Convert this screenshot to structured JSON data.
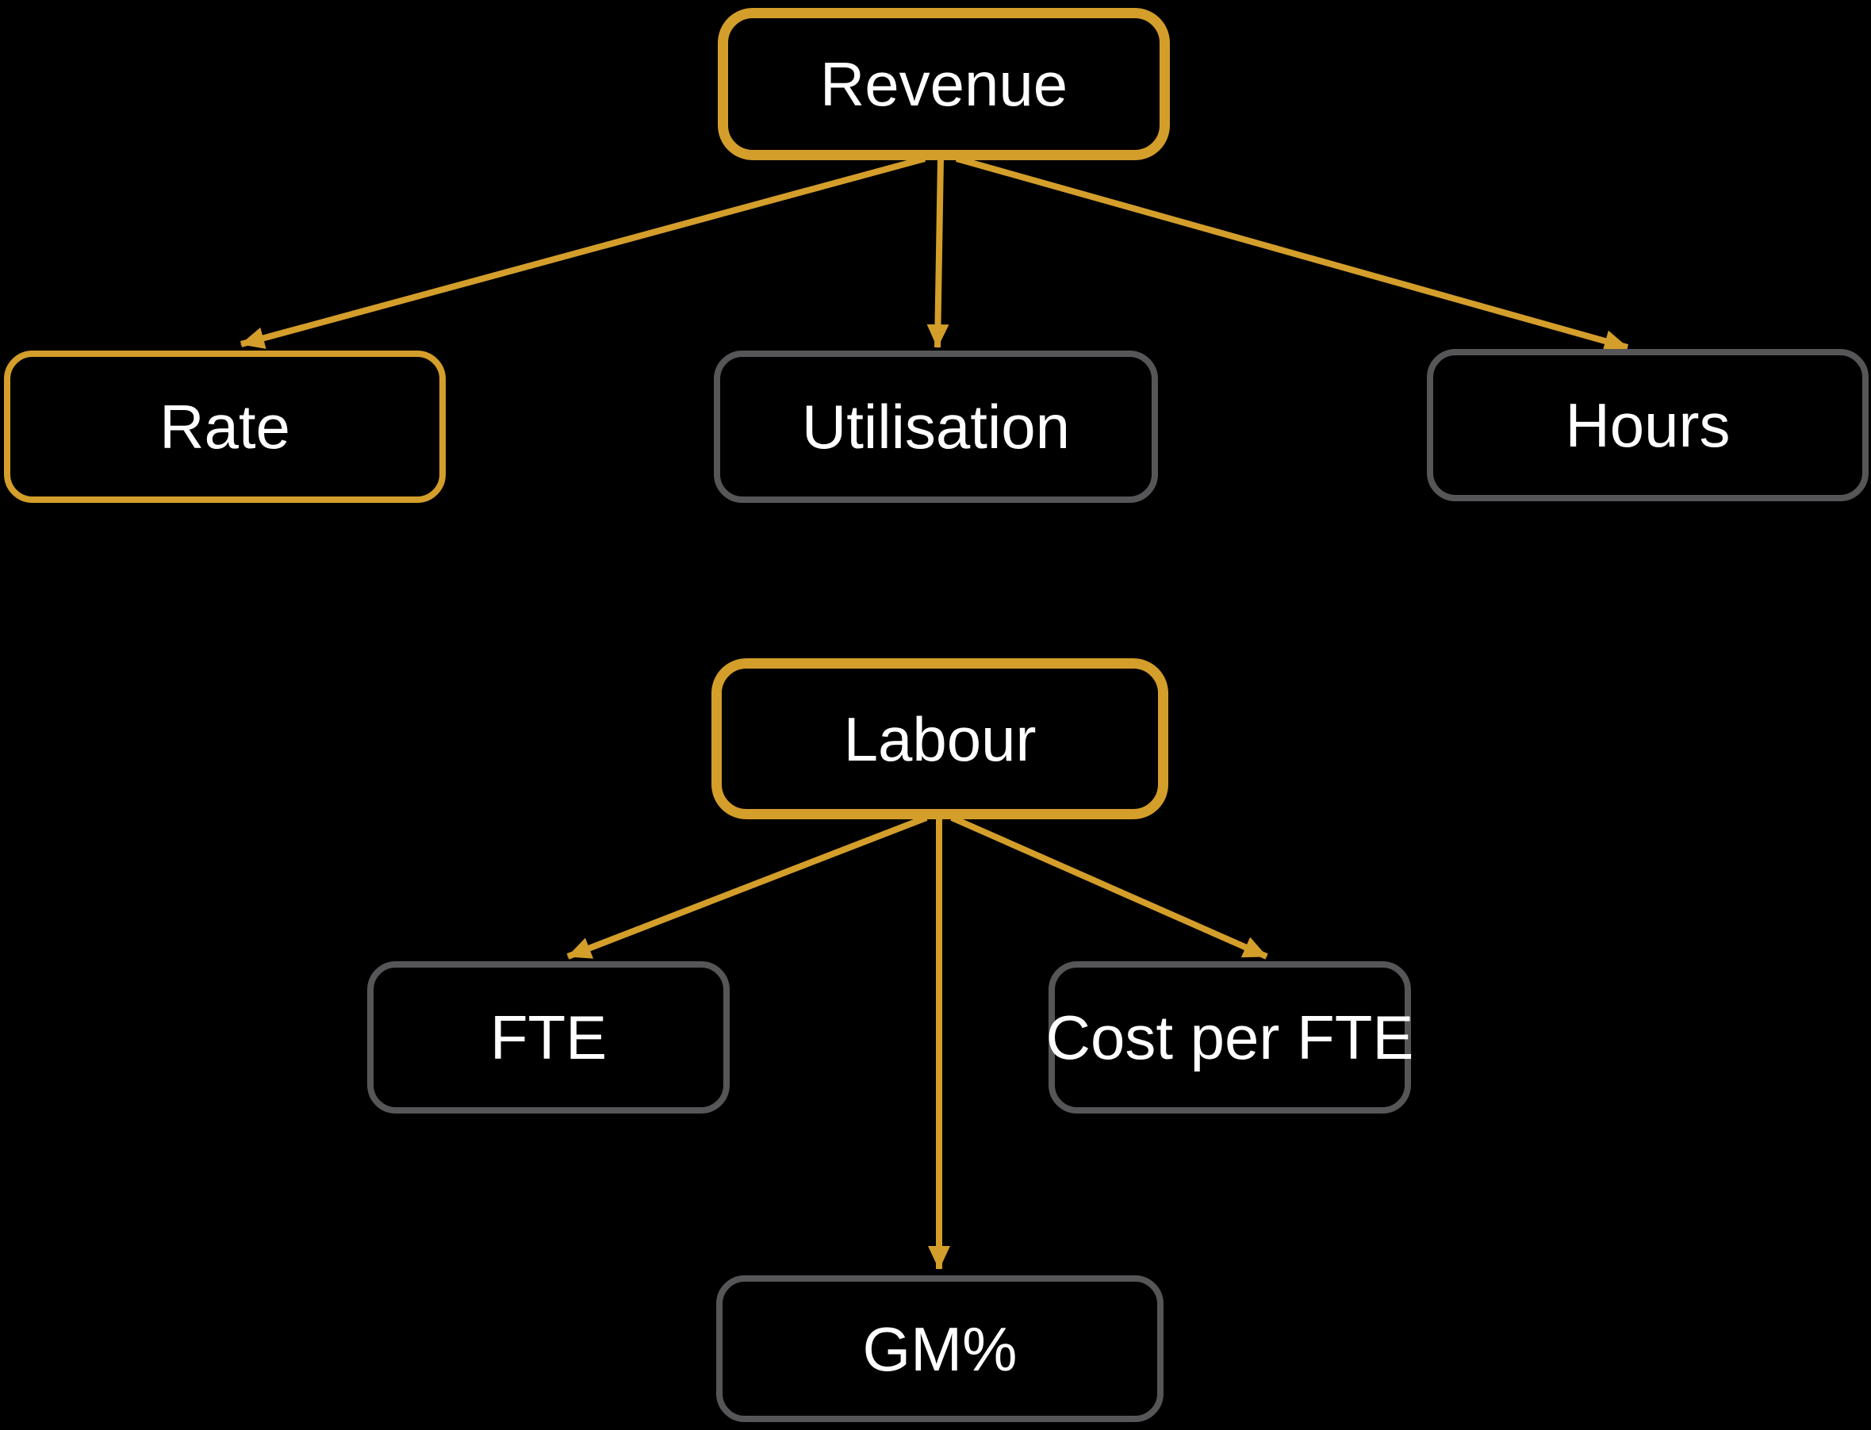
{
  "diagram": {
    "colors": {
      "background": "#000000",
      "accent_orange": "#D49E2B",
      "muted_border_gray": "#565658",
      "text": "#FFFFFF"
    },
    "nodes": [
      {
        "id": "revenue",
        "label": "Revenue",
        "style": "accent-thick"
      },
      {
        "id": "rate",
        "label": "Rate",
        "style": "accent-thin"
      },
      {
        "id": "utilisation",
        "label": "Utilisation",
        "style": "muted"
      },
      {
        "id": "hours",
        "label": "Hours",
        "style": "muted"
      },
      {
        "id": "labour",
        "label": "Labour",
        "style": "accent-thick"
      },
      {
        "id": "fte",
        "label": "FTE",
        "style": "muted"
      },
      {
        "id": "cost-per-fte",
        "label": "Cost per FTE",
        "style": "muted"
      },
      {
        "id": "gm-percent",
        "label": "GM%",
        "style": "muted"
      }
    ],
    "edges": [
      {
        "from": "revenue",
        "to": "rate"
      },
      {
        "from": "revenue",
        "to": "utilisation"
      },
      {
        "from": "revenue",
        "to": "hours"
      },
      {
        "from": "labour",
        "to": "fte"
      },
      {
        "from": "labour",
        "to": "gm-percent"
      },
      {
        "from": "labour",
        "to": "cost-per-fte"
      }
    ]
  }
}
